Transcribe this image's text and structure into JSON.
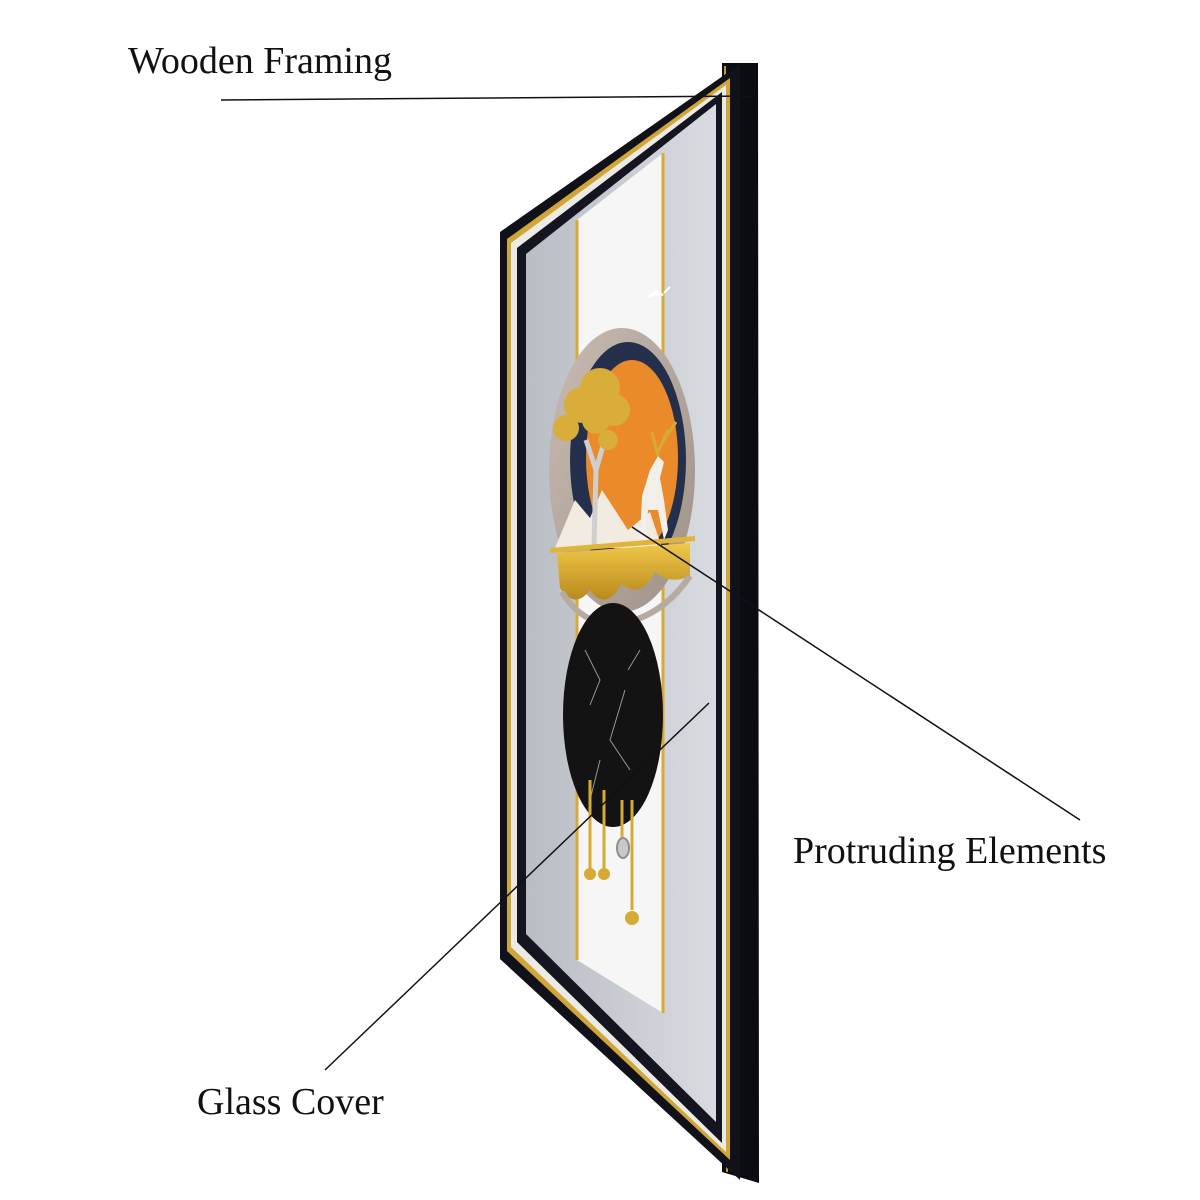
{
  "annotations": {
    "wooden_framing": "Wooden Framing",
    "protruding_elements": "Protruding Elements",
    "glass_cover": "Glass Cover"
  },
  "colors": {
    "frame": "#0d0e14",
    "gold": "#d7ac33",
    "panel_gray": "#c9ccd2",
    "panel_white": "#f6f6f6",
    "orange": "#ea8a2a",
    "navy": "#24304b",
    "taupe": "#b7aaa0",
    "marble": "#121212"
  },
  "icons": [
    "bird-icon",
    "deer-figure",
    "tree-figure",
    "pendulum-disc"
  ]
}
